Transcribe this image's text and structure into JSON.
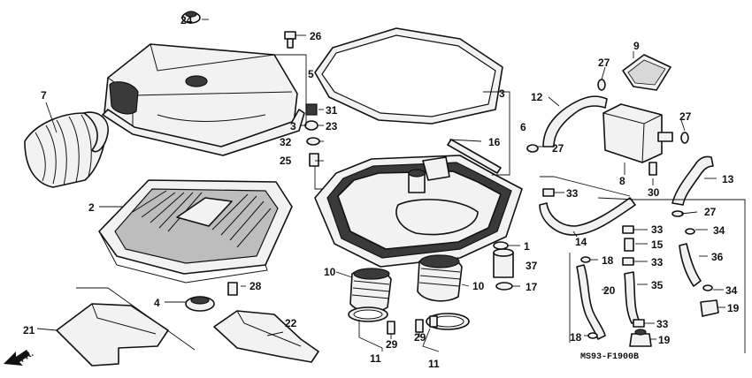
{
  "diagram": {
    "code": "MS93-F1900B",
    "direction_label": "FR.",
    "callouts": [
      "1",
      "2",
      "3",
      "3",
      "4",
      "5",
      "6",
      "7",
      "8",
      "9",
      "10",
      "10",
      "11",
      "11",
      "12",
      "13",
      "14",
      "15",
      "16",
      "17",
      "18",
      "18",
      "19",
      "19",
      "20",
      "21",
      "22",
      "23",
      "24",
      "25",
      "26",
      "27",
      "27",
      "27",
      "27",
      "28",
      "29",
      "29",
      "30",
      "31",
      "32",
      "33",
      "33",
      "33",
      "33",
      "34",
      "34",
      "35",
      "36",
      "37"
    ]
  }
}
